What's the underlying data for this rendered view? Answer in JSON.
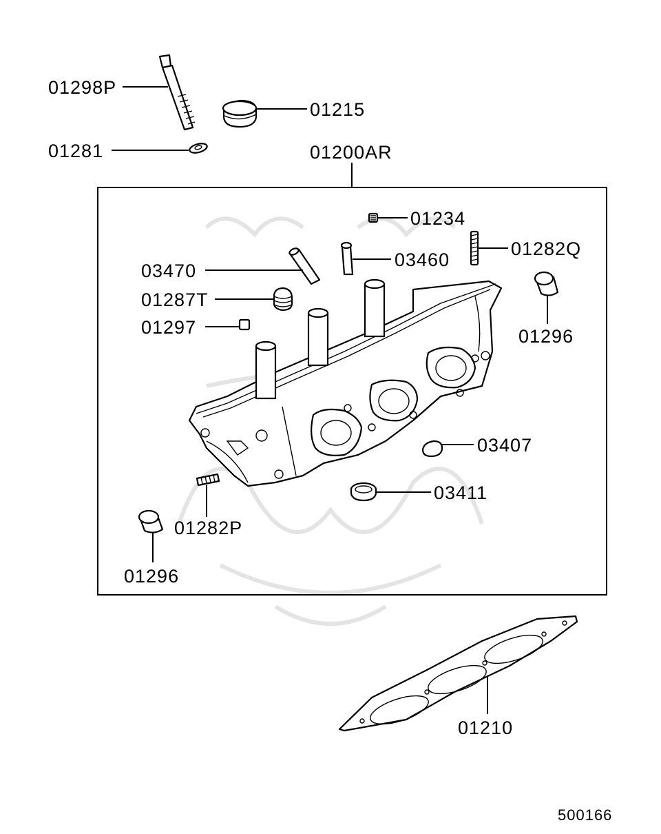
{
  "diagram_id": "500166",
  "group_label": "01200AR",
  "parts": [
    {
      "id": "bolt",
      "label": "01298P"
    },
    {
      "id": "plug-cap",
      "label": "01215"
    },
    {
      "id": "washer",
      "label": "01281"
    },
    {
      "id": "small-plug",
      "label": "01234"
    },
    {
      "id": "stud-q",
      "label": "01282Q"
    },
    {
      "id": "guide-intake",
      "label": "03460"
    },
    {
      "id": "guide-exhaust",
      "label": "03470"
    },
    {
      "id": "screw-plug",
      "label": "01287T"
    },
    {
      "id": "pin",
      "label": "01297"
    },
    {
      "id": "cap-right",
      "label": "01296"
    },
    {
      "id": "seat-ring",
      "label": "03407"
    },
    {
      "id": "seal-ring",
      "label": "03411"
    },
    {
      "id": "stud-p",
      "label": "01282P"
    },
    {
      "id": "cap-left",
      "label": "01296"
    },
    {
      "id": "gasket",
      "label": "01210"
    }
  ],
  "colors": {
    "ink": "#000000",
    "watermark": "#e4e4e4",
    "background": "#ffffff"
  }
}
